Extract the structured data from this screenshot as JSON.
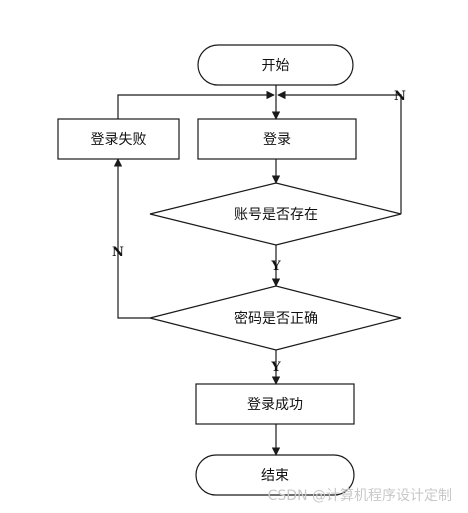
{
  "diagram": {
    "colors": {
      "stroke": "#1a1a1a",
      "fill": "#ffffff",
      "text": "#111111",
      "watermark": "#c8c8c8"
    },
    "nodes": {
      "start": {
        "label": "开始"
      },
      "login": {
        "label": "登录"
      },
      "login_failed": {
        "label": "登录失败"
      },
      "check_account": {
        "label": "账号是否存在"
      },
      "check_password": {
        "label": "密码是否正确"
      },
      "login_success": {
        "label": "登录成功"
      },
      "end": {
        "label": "结束"
      }
    },
    "edge_labels": {
      "account_no": "N",
      "account_yes": "Y",
      "password_no": "N",
      "password_yes": "Y"
    }
  },
  "watermark": "CSDN @计算机程序设计定制"
}
